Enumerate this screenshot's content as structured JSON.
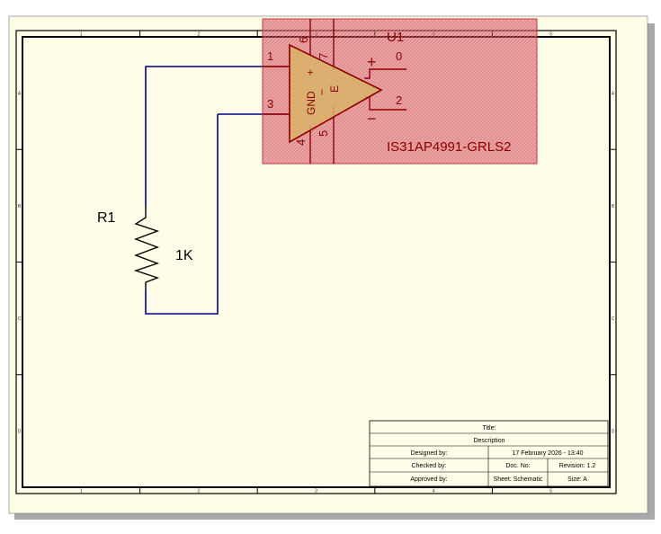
{
  "colors": {
    "sheet": "#fffde8",
    "border": "#000000",
    "wire": "#00008b",
    "part": "#8b0000",
    "part_fill": "#d9b36a",
    "selection": "#cc3344",
    "shadow": "#a8a8a8"
  },
  "frame": {
    "col_labels": [
      "1",
      "2",
      "3",
      "4",
      "5"
    ],
    "row_labels": [
      "A",
      "B",
      "C",
      "D"
    ]
  },
  "resistor": {
    "designator": "R1",
    "value": "1K"
  },
  "opamp": {
    "designator": "U1",
    "part_number": "IS31AP4991-GRLS2",
    "pins": {
      "in_top": "1",
      "in_bottom": "3",
      "pin6": "6",
      "pin7": "7",
      "pin4": "4",
      "pin5": "5",
      "out_top": "0",
      "out_bottom": "2"
    },
    "body_labels": {
      "gnd": "GND",
      "plus": "+",
      "minus": "−",
      "e": "E"
    },
    "out_plus": "+",
    "out_minus": "−"
  },
  "title_block": {
    "title": "Title:",
    "description": "Description",
    "designed_by": "Designed by:",
    "date": "17 February 2026 - 13:40",
    "checked_by": "Checked by:",
    "doc_no": "Doc. No:",
    "revision": "Revision: 1.2",
    "approved_by": "Approved by:",
    "sheet": "Sheet: Schematic",
    "size": "Size: A"
  }
}
